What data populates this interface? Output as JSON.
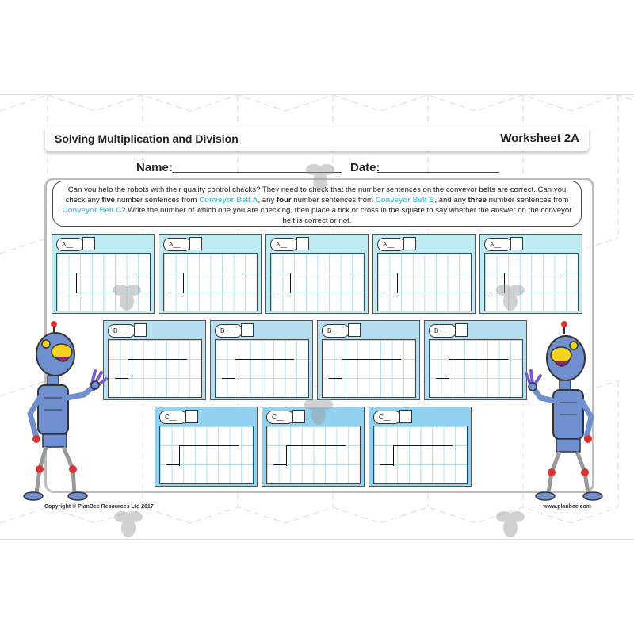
{
  "header": {
    "title": "Solving Multiplication and Division",
    "worksheet": "Worksheet 2A"
  },
  "form": {
    "name_label": "Name:",
    "date_label": "Date:"
  },
  "instructions": {
    "p1": "Can you help the robots with their quality control checks? They need to check that the number sentences on the conveyor belts are correct. Can you check any ",
    "w1": "five",
    "p2": " number sentences from ",
    "belt_a": "Conveyor Belt A",
    "p3": ", any ",
    "w2": "four",
    "p4": " number sentences from ",
    "belt_b": "Conveyor Belt B",
    "p5": ", and any ",
    "w3": "three",
    "p6": " number sentences from ",
    "belt_c": "Conveyor Belt C",
    "p7": "? Write the number of which one you are checking, then place a tick or cross in the square to say whether the answer on the conveyor belt is correct or not."
  },
  "cards": {
    "a": [
      "A__",
      "A__",
      "A__",
      "A__",
      "A__"
    ],
    "b": [
      "B__",
      "B__",
      "B__",
      "B__"
    ],
    "c": [
      "C__",
      "C__",
      "C__"
    ]
  },
  "footer": {
    "copyright": "Copyright © PlanBee Resources Ltd 2017",
    "website": "www.planbee.com"
  },
  "colors": {
    "belt_text": "#59c6dd",
    "card_a": "#bdebf1",
    "card_b": "#b5def1",
    "card_c": "#92d1f0",
    "grid_line": "#b4dff0",
    "robot_body": "#6f8fcf"
  }
}
